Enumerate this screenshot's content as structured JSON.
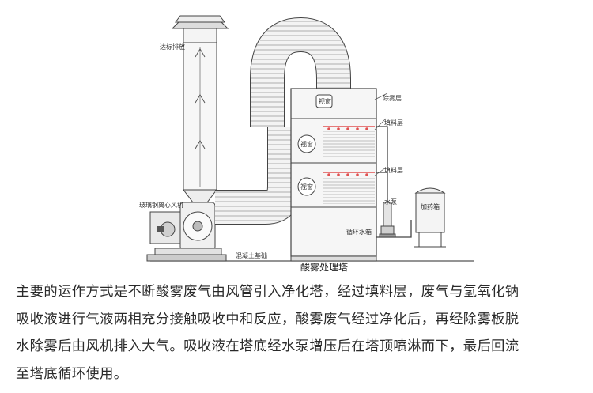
{
  "diagram": {
    "labels": {
      "chimney": "达标排放",
      "fan": "玻璃钢离心风机",
      "foundation": "混凝土基础",
      "tower": "酸雾处理塔",
      "demister": "除雾层",
      "packing_1": "填料层",
      "packing_2": "填料层",
      "window_top": "视窗",
      "window_mid": "视窗",
      "window_low": "视窗",
      "pump": "水泵",
      "tank": "循环水箱",
      "dosing": "加药箱"
    }
  },
  "description": {
    "lines": [
      "主要的运作方式是不断酸雾废气由风管引入净化塔，经过填料层，废气与氢氧化钠",
      "吸收液进行气液两相充分接触吸收中和反应，酸雾废气经过净化后，再经除雾板脱",
      "水除雾后由风机排入大气。吸收液在塔底经水泵增压后在塔顶喷淋而下，最后回流",
      "至塔底循环使用。"
    ]
  }
}
